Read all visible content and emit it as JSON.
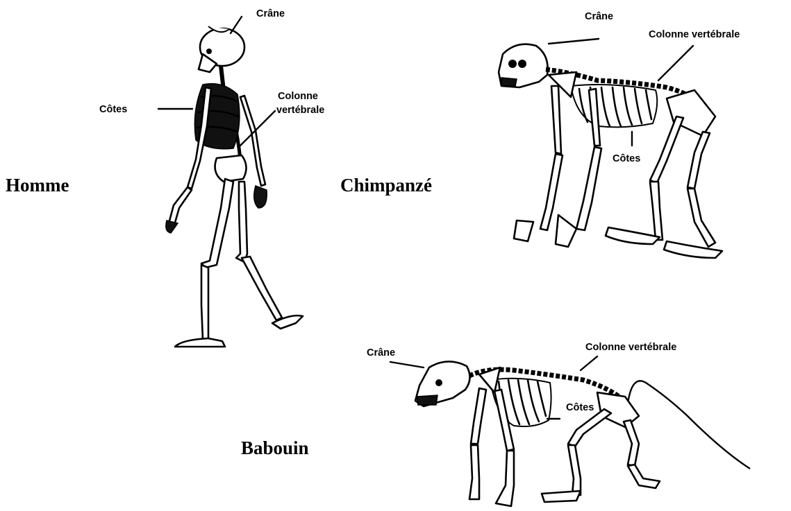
{
  "species": {
    "human": {
      "name": "Homme",
      "labels": {
        "skull": "Crâne",
        "ribs": "Côtes",
        "spine_line1": "Colonne",
        "spine_line2": "vertébrale"
      }
    },
    "chimp": {
      "name": "Chimpanzé",
      "labels": {
        "skull": "Crâne",
        "spine": "Colonne vertébrale",
        "ribs": "Côtes"
      }
    },
    "baboon": {
      "name": "Babouin",
      "labels": {
        "skull": "Crâne",
        "spine": "Colonne vertébrale",
        "ribs": "Côtes"
      }
    }
  },
  "colors": {
    "ink": "#000000",
    "paper": "#ffffff"
  }
}
